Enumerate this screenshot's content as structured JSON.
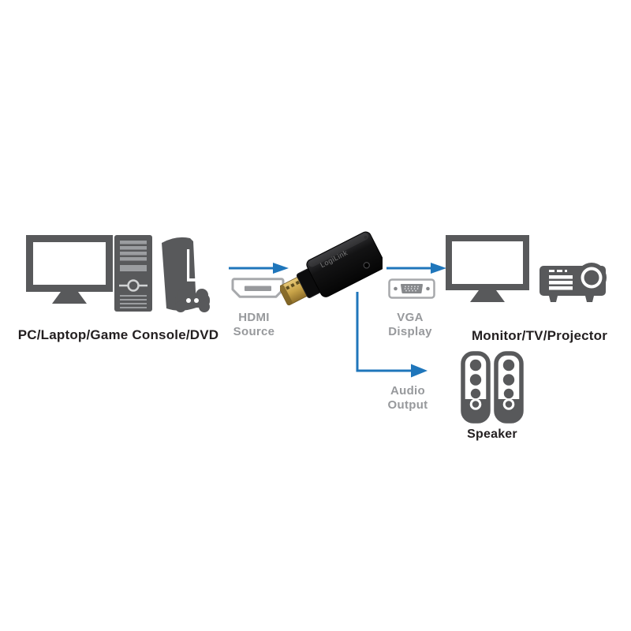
{
  "diagram_title": "HDMI to VGA adapter connection diagram",
  "colors": {
    "background": "#ffffff",
    "icon_gray": "#58595b",
    "icon_light_gray": "#9b9da0",
    "connector_outline_gray": "#a7a9ac",
    "connector_fill_gray": "#87898c",
    "label_gray": "#97999c",
    "label_dark": "#231f20",
    "accent_blue": "#1f76bb",
    "hdmi_plug_gold": "#c9a449",
    "adapter_black": "#111111"
  },
  "icons": {
    "left_group": [
      "monitor-icon",
      "pc-tower-icon",
      "game-console-icon",
      "gamepad-icon"
    ],
    "middle": [
      "right-arrow-icon",
      "hdmi-connector-icon",
      "hdmi-vga-adapter",
      "right-arrow-icon",
      "vga-connector-icon"
    ],
    "right_group": [
      "monitor-icon",
      "projector-icon"
    ],
    "audio_branch": [
      "elbow-arrow-connector",
      "speaker-icon",
      "speaker-icon"
    ]
  },
  "flow": {
    "source": {
      "label": "PC/Laptop/Game Console/DVD"
    },
    "hdmi": {
      "line1": "HDMI",
      "line2": "Source"
    },
    "adapter": {
      "brand": "LogiLink"
    },
    "vga": {
      "line1": "VGA",
      "line2": "Display"
    },
    "display": {
      "label": "Monitor/TV/Projector"
    },
    "audio": {
      "line1": "Audio",
      "line2": "Output"
    },
    "speaker": {
      "label": "Speaker"
    }
  }
}
